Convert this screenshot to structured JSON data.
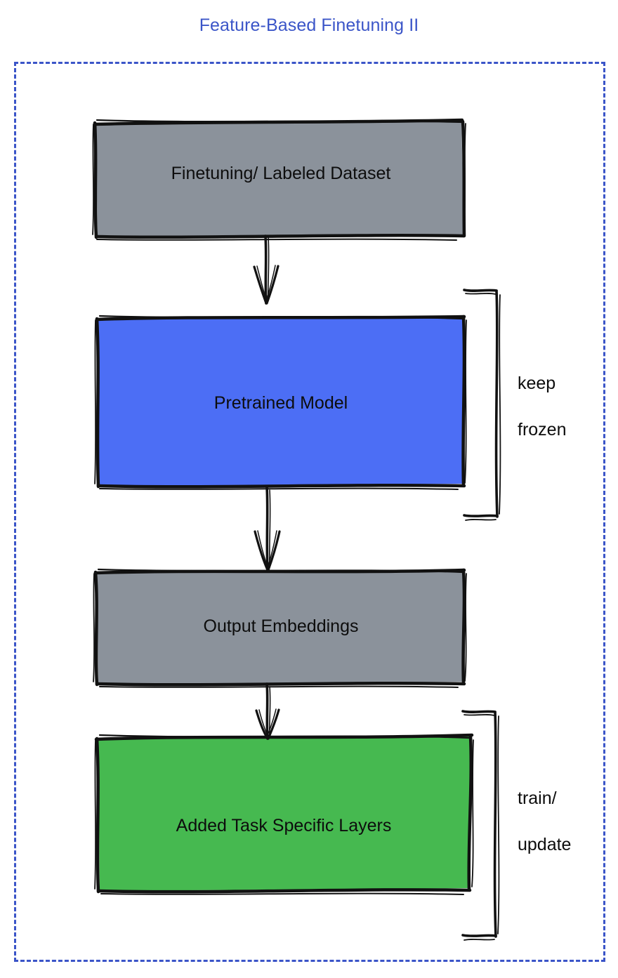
{
  "title": "Feature-Based Finetuning II",
  "colors": {
    "title_blue": "#3b55c8",
    "dashed_border_blue": "#3b55c8",
    "gray_fill": "#8b929b",
    "blue_fill": "#4c6ef5",
    "green_fill": "#46b950",
    "stroke_black": "#111111",
    "text_black": "#0d0d0d",
    "background": "#ffffff"
  },
  "nodes": [
    {
      "id": "dataset",
      "label": "Finetuning/ Labeled Dataset",
      "fill": "gray_fill"
    },
    {
      "id": "pretrained",
      "label": "Pretrained Model",
      "fill": "blue_fill"
    },
    {
      "id": "embeddings",
      "label": "Output Embeddings",
      "fill": "gray_fill"
    },
    {
      "id": "task_layers",
      "label": "Added Task Specific Layers",
      "fill": "green_fill"
    }
  ],
  "annotations": [
    {
      "id": "keep_frozen",
      "line1": "keep",
      "line2": "frozen",
      "target": "pretrained"
    },
    {
      "id": "train_update",
      "line1": "train/",
      "line2": "update",
      "target": "task_layers"
    }
  ],
  "edges": [
    {
      "from": "dataset",
      "to": "pretrained",
      "arrow": "down"
    },
    {
      "from": "pretrained",
      "to": "embeddings",
      "arrow": "down"
    },
    {
      "from": "embeddings",
      "to": "task_layers",
      "arrow": "down"
    }
  ]
}
